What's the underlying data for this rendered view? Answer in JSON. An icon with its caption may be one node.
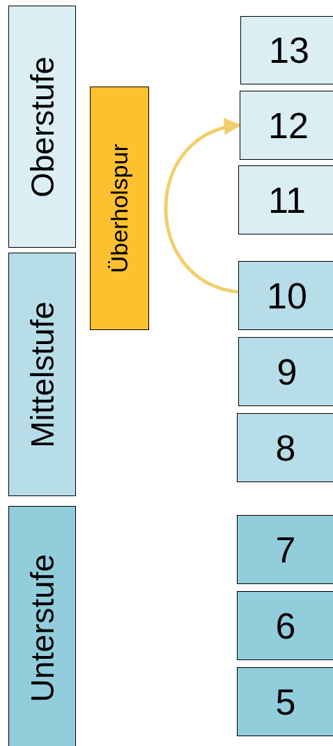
{
  "diagram": {
    "nodes": [
      {
        "text": [
          "Oberstufe"
        ]
      },
      {
        "text": [
          "Mittelstufe"
        ]
      },
      {
        "text": [
          "Unterstufe"
        ]
      },
      {
        "text": [
          "Überholspur"
        ]
      },
      {
        "text": [
          "13"
        ]
      },
      {
        "text": [
          "12"
        ]
      },
      {
        "text": [
          "11"
        ]
      },
      {
        "text": [
          "10"
        ]
      },
      {
        "text": [
          "9"
        ]
      },
      {
        "text": [
          "8"
        ]
      },
      {
        "text": [
          "7"
        ]
      },
      {
        "text": [
          "6"
        ]
      },
      {
        "text": [
          "5"
        ]
      }
    ],
    "edges": [
      {
        "from": 7,
        "to": 5,
        "arrow": "to"
      }
    ]
  }
}
